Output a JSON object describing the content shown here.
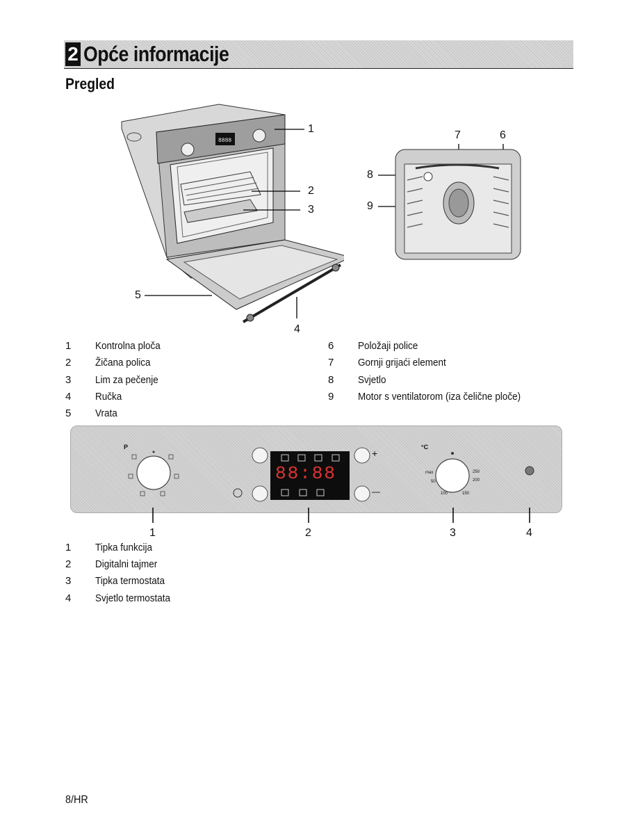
{
  "chapter": {
    "number": "2",
    "title": "Opće informacije"
  },
  "section_title": "Pregled",
  "oven_callouts": [
    "1",
    "2",
    "3",
    "4",
    "5"
  ],
  "cavity_callouts": [
    "7",
    "6",
    "8",
    "9"
  ],
  "parts": [
    {
      "num": "1",
      "label": "Kontrolna ploča"
    },
    {
      "num": "2",
      "label": "Žičana polica"
    },
    {
      "num": "3",
      "label": "Lim za pečenje"
    },
    {
      "num": "4",
      "label": "Ručka"
    },
    {
      "num": "5",
      "label": "Vrata"
    },
    {
      "num": "6",
      "label": "Položaji police"
    },
    {
      "num": "7",
      "label": "Gornji grijaći element"
    },
    {
      "num": "8",
      "label": "Svjetlo"
    },
    {
      "num": "9",
      "label": "Motor s ventilatorom (iza čelične ploče)"
    }
  ],
  "panel": {
    "display": "88:88",
    "dial_letter": "P",
    "temp_unit": "°C",
    "plus": "+",
    "minus": "—",
    "temp_marks": [
      "max",
      "50",
      "100",
      "150",
      "200",
      "250"
    ],
    "callouts": [
      "1",
      "2",
      "3",
      "4"
    ]
  },
  "controls": [
    {
      "num": "1",
      "label": "Tipka funkcija"
    },
    {
      "num": "2",
      "label": "Digitalni tajmer"
    },
    {
      "num": "3",
      "label": "Tipka termostata"
    },
    {
      "num": "4",
      "label": "Svjetlo termostata"
    }
  ],
  "footer": "8/HR"
}
